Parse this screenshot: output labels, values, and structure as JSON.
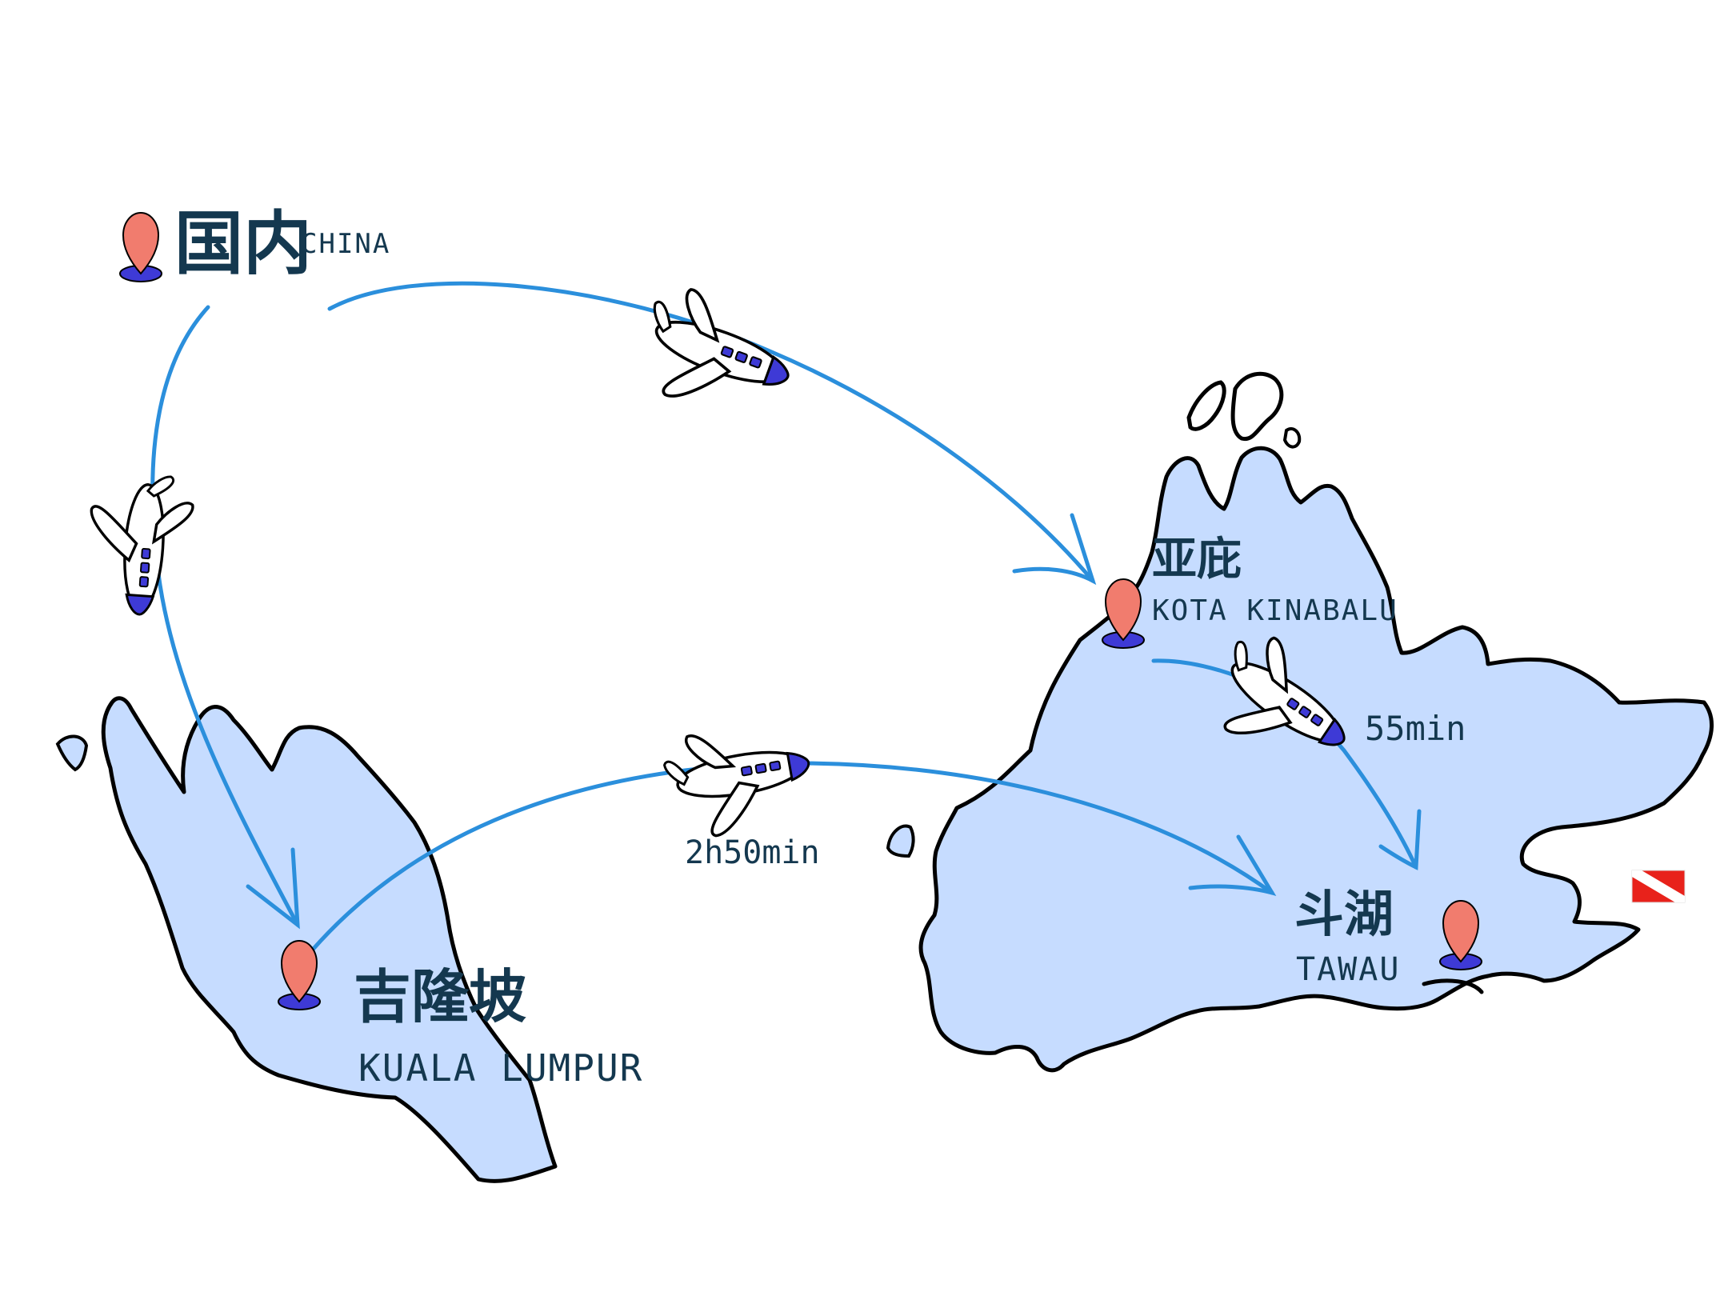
{
  "colors": {
    "land": "#c6dcff",
    "coast": "#000000",
    "route": "#2b8fdc",
    "pin": "#f17c6e",
    "pin_base": "#3e3ad6",
    "text": "#14384f",
    "flag_red": "#e8221b"
  },
  "places": {
    "china": {
      "zh": "国内",
      "en": "CHINA"
    },
    "kota_kinabalu": {
      "zh": "亚庇",
      "en": "KOTA KINABALU"
    },
    "kuala_lumpur": {
      "zh": "吉隆坡",
      "en": "KUALA LUMPUR"
    },
    "tawau": {
      "zh": "斗湖",
      "en": "TAWAU"
    }
  },
  "routes": {
    "kk_to_tawau": {
      "duration": "55min"
    },
    "kl_to_tawau": {
      "duration": "2h50min"
    }
  },
  "icons": [
    "location-pin-icon",
    "airplane-icon",
    "dive-flag-icon"
  ]
}
